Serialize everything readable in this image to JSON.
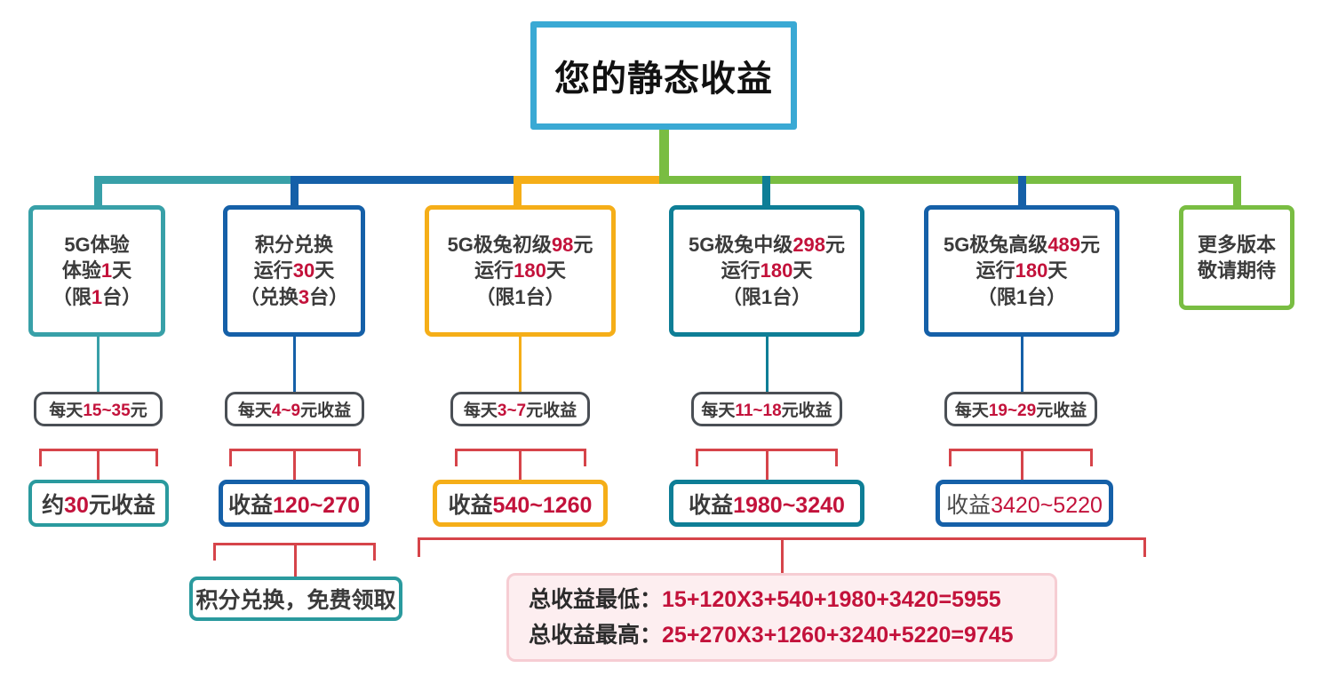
{
  "title": {
    "text": "您的静态收益",
    "border_color": "#3aa9d4"
  },
  "colors": {
    "teal_light": "#38a0a8",
    "blue": "#1560a8",
    "amber": "#f5ae18",
    "teal_dark": "#0e7e96",
    "green": "#79bd42",
    "red_bracket": "#d6444a",
    "number_red": "#c3123b",
    "pill_border": "#4a4f55",
    "summary_bg": "#fdeef0",
    "summary_border": "#f6cdd3"
  },
  "cards": [
    {
      "name": "5g-trial",
      "color": "#38a0a8",
      "lines": [
        {
          "segments": [
            {
              "text": "5G体验",
              "kind": "plain"
            }
          ]
        },
        {
          "segments": [
            {
              "text": "体验",
              "kind": "plain"
            },
            {
              "text": "1",
              "kind": "num"
            },
            {
              "text": "天",
              "kind": "plain"
            }
          ]
        },
        {
          "segments": [
            {
              "text": "（限",
              "kind": "plain"
            },
            {
              "text": "1",
              "kind": "num"
            },
            {
              "text": "台）",
              "kind": "plain"
            }
          ]
        }
      ]
    },
    {
      "name": "points-exchange",
      "color": "#1560a8",
      "lines": [
        {
          "segments": [
            {
              "text": "积分兑换",
              "kind": "plain"
            }
          ]
        },
        {
          "segments": [
            {
              "text": "运行",
              "kind": "plain"
            },
            {
              "text": "30",
              "kind": "num"
            },
            {
              "text": "天",
              "kind": "plain"
            }
          ]
        },
        {
          "segments": [
            {
              "text": "（兑换",
              "kind": "plain"
            },
            {
              "text": "3",
              "kind": "num"
            },
            {
              "text": "台）",
              "kind": "plain"
            }
          ]
        }
      ]
    },
    {
      "name": "5g-jitu-basic",
      "color": "#f5ae18",
      "lines": [
        {
          "segments": [
            {
              "text": "5G极兔初级",
              "kind": "plain"
            },
            {
              "text": "98",
              "kind": "num"
            },
            {
              "text": "元",
              "kind": "plain"
            }
          ]
        },
        {
          "segments": [
            {
              "text": "运行",
              "kind": "plain"
            },
            {
              "text": "180",
              "kind": "num"
            },
            {
              "text": "天",
              "kind": "plain"
            }
          ]
        },
        {
          "segments": [
            {
              "text": "（限1台）",
              "kind": "plain"
            }
          ]
        }
      ]
    },
    {
      "name": "5g-jitu-mid",
      "color": "#0e7e96",
      "lines": [
        {
          "segments": [
            {
              "text": "5G极兔中级",
              "kind": "plain"
            },
            {
              "text": "298",
              "kind": "num"
            },
            {
              "text": "元",
              "kind": "plain"
            }
          ]
        },
        {
          "segments": [
            {
              "text": "运行",
              "kind": "plain"
            },
            {
              "text": "180",
              "kind": "num"
            },
            {
              "text": "天",
              "kind": "plain"
            }
          ]
        },
        {
          "segments": [
            {
              "text": "（限1台）",
              "kind": "plain"
            }
          ]
        }
      ]
    },
    {
      "name": "5g-jitu-high",
      "color": "#1560a8",
      "lines": [
        {
          "segments": [
            {
              "text": "5G极兔高级",
              "kind": "plain"
            },
            {
              "text": "489",
              "kind": "num"
            },
            {
              "text": "元",
              "kind": "plain"
            }
          ]
        },
        {
          "segments": [
            {
              "text": "运行",
              "kind": "plain"
            },
            {
              "text": "180",
              "kind": "num"
            },
            {
              "text": "天",
              "kind": "plain"
            }
          ]
        },
        {
          "segments": [
            {
              "text": "（限1台）",
              "kind": "plain"
            }
          ]
        }
      ]
    },
    {
      "name": "more-versions",
      "color": "#79bd42",
      "lines": [
        {
          "segments": [
            {
              "text": "更多版本",
              "kind": "plain"
            }
          ]
        },
        {
          "segments": [
            {
              "text": "敬请期待",
              "kind": "plain"
            }
          ]
        }
      ]
    }
  ],
  "pills": [
    {
      "name": "daily-rate-trial",
      "segments": [
        {
          "text": "每天",
          "kind": "plain"
        },
        {
          "text": "15~35",
          "kind": "num"
        },
        {
          "text": "元",
          "kind": "plain"
        }
      ]
    },
    {
      "name": "daily-rate-points",
      "segments": [
        {
          "text": "每天",
          "kind": "plain"
        },
        {
          "text": "4~9",
          "kind": "num"
        },
        {
          "text": "元收益",
          "kind": "plain"
        }
      ]
    },
    {
      "name": "daily-rate-basic",
      "segments": [
        {
          "text": "每天",
          "kind": "plain"
        },
        {
          "text": "3~7",
          "kind": "num"
        },
        {
          "text": "元收益",
          "kind": "plain"
        }
      ]
    },
    {
      "name": "daily-rate-mid",
      "segments": [
        {
          "text": "每天",
          "kind": "plain"
        },
        {
          "text": "11~18",
          "kind": "num"
        },
        {
          "text": "元收益",
          "kind": "plain"
        }
      ]
    },
    {
      "name": "daily-rate-high",
      "segments": [
        {
          "text": "每天",
          "kind": "plain"
        },
        {
          "text": "19~29",
          "kind": "num"
        },
        {
          "text": "元收益",
          "kind": "plain"
        }
      ]
    }
  ],
  "results": [
    {
      "name": "income-trial",
      "color": "#2a9a9e",
      "thin": false,
      "segments": [
        {
          "text": "约",
          "kind": "plain"
        },
        {
          "text": "30",
          "kind": "num"
        },
        {
          "text": "元收益",
          "kind": "plain"
        }
      ]
    },
    {
      "name": "income-points",
      "color": "#1560a8",
      "thin": false,
      "segments": [
        {
          "text": "收益",
          "kind": "plain"
        },
        {
          "text": "120~270",
          "kind": "num"
        }
      ]
    },
    {
      "name": "income-basic",
      "color": "#f5ae18",
      "thin": false,
      "segments": [
        {
          "text": "收益",
          "kind": "plain"
        },
        {
          "text": "540~1260",
          "kind": "num"
        }
      ]
    },
    {
      "name": "income-mid",
      "color": "#0e7e96",
      "thin": false,
      "segments": [
        {
          "text": "收益",
          "kind": "plain"
        },
        {
          "text": "1980~3240",
          "kind": "num"
        }
      ]
    },
    {
      "name": "income-high",
      "color": "#1560a8",
      "thin": true,
      "segments": [
        {
          "text": "收益",
          "kind": "plain"
        },
        {
          "text": "3420~5220",
          "kind": "num"
        }
      ]
    }
  ],
  "note": {
    "text": "积分兑换，免费领取"
  },
  "summary": {
    "rows": [
      {
        "label": "总收益最低：",
        "formula": "15+120X3+540+1980+3420=5955"
      },
      {
        "label": "总收益最高：",
        "formula": "25+270X3+1260+3240+5220=9745"
      }
    ]
  }
}
